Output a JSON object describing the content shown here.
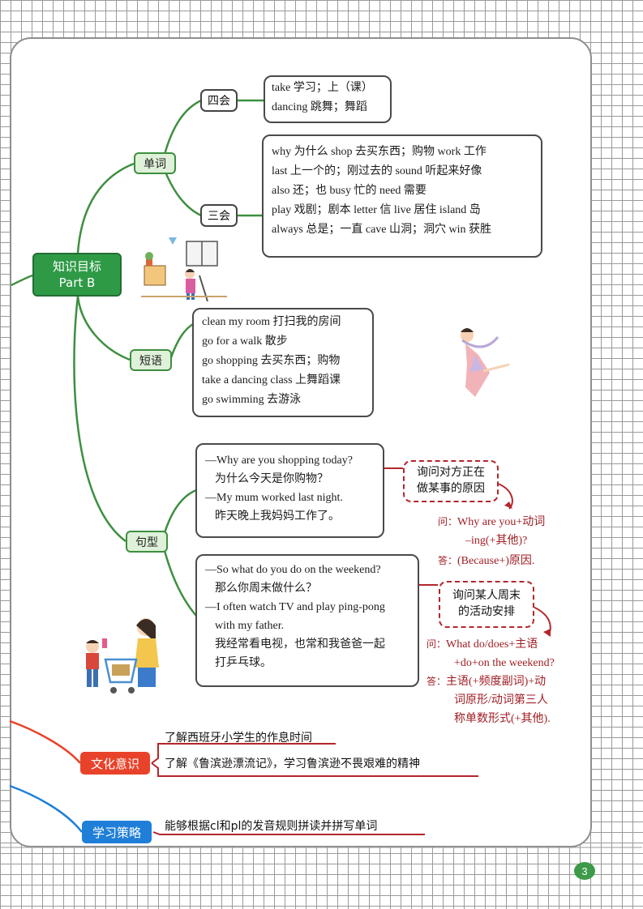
{
  "root": {
    "line1": "知识目标",
    "line2": "Part B"
  },
  "words": {
    "label": "单词",
    "four_label": "四会",
    "four_items": [
      "take 学习；上（课）",
      "dancing 跳舞；舞蹈"
    ],
    "three_label": "三会",
    "three_items": [
      "why 为什么  shop 去买东西；购物  work 工作",
      "last 上一个的；刚过去的  sound 听起来好像",
      "also 还；也  busy 忙的  need 需要",
      "play 戏剧；剧本  letter 信  live 居住  island 岛",
      "always 总是；一直  cave 山洞；洞穴  win 获胜"
    ]
  },
  "phrases": {
    "label": "短语",
    "items": [
      "clean my room 打扫我的房间",
      "go for a walk 散步",
      "go shopping 去买东西；购物",
      "take a dancing class 上舞蹈课",
      "go swimming 去游泳"
    ]
  },
  "sentences": {
    "label": "句型",
    "group1": {
      "lines": [
        "—Why are you shopping today?",
        "为什么今天是你购物？",
        "—My mum worked last night.",
        "昨天晚上我妈妈工作了。"
      ],
      "tip": [
        "询问对方正在",
        "做某事的原因"
      ],
      "q_label": "问：",
      "q_lines": [
        "Why are you+动词",
        "–ing(+其他)?"
      ],
      "a_label": "答：",
      "a_lines": [
        "(Because+)原因."
      ]
    },
    "group2": {
      "lines": [
        "—So what do you do on the weekend?",
        "那么你周末做什么？",
        "—I often watch TV and play ping-pong",
        "with my father.",
        "我经常看电视，也常和我爸爸一起",
        "打乒乓球。"
      ],
      "tip": [
        "询问某人周末",
        "的活动安排"
      ],
      "q_label": "问：",
      "q_lines": [
        "What do/does+主语",
        "+do+on the weekend?"
      ],
      "a_label": "答：",
      "a_lines": [
        "主语(+频度副词)+动",
        "词原形/动词第三人",
        "称单数形式(+其他)."
      ]
    }
  },
  "culture": {
    "label": "文化意识",
    "items": [
      "了解西班牙小学生的作息时间",
      "了解《鲁滨逊漂流记》，学习鲁滨逊不畏艰难的精神"
    ]
  },
  "strategy": {
    "label": "学习策略",
    "items": [
      "能够根据cl和pl的发音规则拼读并拼写单词"
    ]
  },
  "page_number": "3",
  "colors": {
    "green": "#2e9a46",
    "red": "#e8432a",
    "blue": "#1f7fd8",
    "tip_red": "#a01e24"
  }
}
